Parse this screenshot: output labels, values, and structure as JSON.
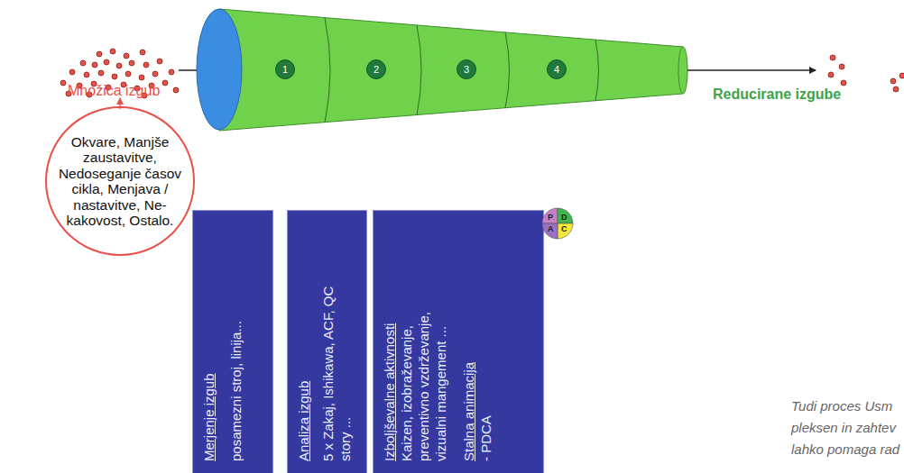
{
  "diagram": {
    "nodes": [
      {
        "text": [
          "Okvare, Manjše zaustavitve, Nedoseganje časov cikla, Menjava / nastavitve, Ne-kakovost, Ostalo."
        ]
      },
      {
        "text": [
          "1"
        ]
      },
      {
        "text": [
          "2"
        ]
      },
      {
        "text": [
          "3"
        ]
      },
      {
        "text": [
          "4"
        ]
      },
      {
        "text": [
          "Merjenje izgub",
          "posamezni stroj, linija..."
        ]
      },
      {
        "text": [
          "Analiza izgub",
          "5 x Zakaj, Ishikawa, ACF, QC story ..."
        ]
      },
      {
        "text": [
          "Izboljševalne aktivnosti",
          "Kaizen, izobraževanje, preventivno vzdrževanje, vizualni mangement ...",
          "Stalna animacija",
          "- PDCA"
        ]
      },
      {
        "text": [
          "P",
          "D",
          "A",
          "C"
        ]
      }
    ],
    "labels": [
      "Množica izgub",
      "Reducirane izgube",
      "Tudi proces Usm",
      "pleksen in zahtev",
      "lahko pomaga rad"
    ]
  }
}
